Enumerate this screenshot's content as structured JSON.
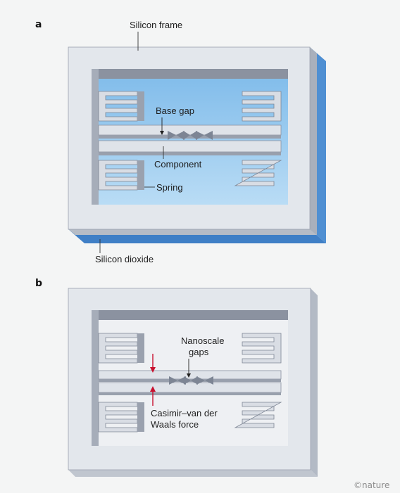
{
  "panels": {
    "a": {
      "letter": "a",
      "labels": {
        "silicon_frame": "Silicon frame",
        "base_gap": "Base gap",
        "component": "Component",
        "spring": "Spring",
        "silicon_dioxide": "Silicon dioxide"
      }
    },
    "b": {
      "letter": "b",
      "labels": {
        "nanoscale_line1": "Nanoscale",
        "nanoscale_line2": "gaps",
        "casimir_line1": "Casimir–van der",
        "casimir_line2": "Waals force"
      }
    }
  },
  "credit": "©nature",
  "colors": {
    "frame_top": "#e3e7ec",
    "frame_dark": "#9aa1ae",
    "frame_mid": "#c3c8d1",
    "substrate_blue": "#5b98d6",
    "cavity_blue": "#a7cff0",
    "force_arrow": "#c8102e"
  }
}
